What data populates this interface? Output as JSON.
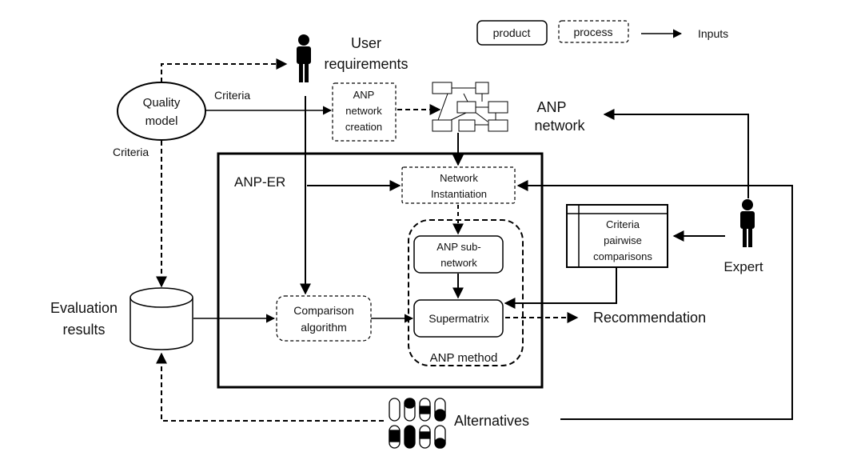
{
  "legend": {
    "product": "product",
    "process": "process",
    "inputs": "Inputs"
  },
  "quality_model": {
    "line1": "Quality",
    "line2": "model"
  },
  "user_requirements": {
    "line1": "User",
    "line2": "requirements"
  },
  "criteria_top": "Criteria",
  "criteria_left": "Criteria",
  "anp_network_creation": {
    "line1": "ANP",
    "line2": "network",
    "line3": "creation"
  },
  "anp_network": {
    "line1": "ANP",
    "line2": "network"
  },
  "anp_er": "ANP-ER",
  "network_instantiation": {
    "line1": "Network",
    "line2": "Instantiation"
  },
  "anp_subnetwork": {
    "line1": "ANP sub-",
    "line2": "network"
  },
  "supermatrix": "Supermatrix",
  "anp_method": "ANP method",
  "comparison_algorithm": {
    "line1": "Comparison",
    "line2": "algorithm"
  },
  "criteria_pairwise": {
    "line1": "Criteria",
    "line2": "pairwise",
    "line3": "comparisons"
  },
  "expert": "Expert",
  "recommendation": "Recommendation",
  "evaluation_results": {
    "line1": "Evaluation",
    "line2": "results"
  },
  "alternatives": "Alternatives"
}
